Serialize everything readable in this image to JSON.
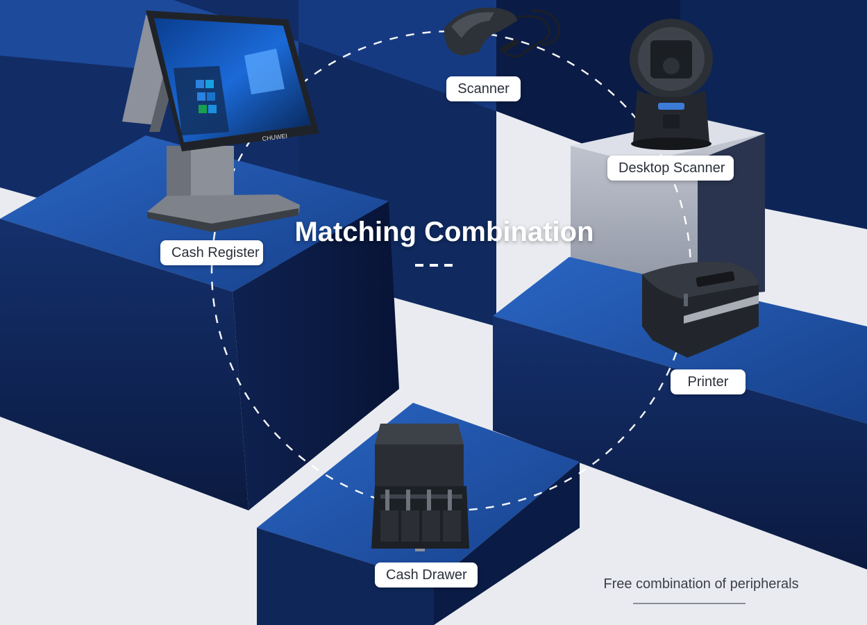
{
  "title": "Matching Combination",
  "labels": {
    "scanner": "Scanner",
    "desktop_scanner": "Desktop Scanner",
    "cash_register": "Cash Register",
    "printer": "Printer",
    "cash_drawer": "Cash Drawer"
  },
  "monitor_brand": "CHUWEI",
  "footer": {
    "note": "Free combination of peripherals"
  },
  "colors": {
    "background": "#e9ebf0",
    "block_top": "#1f55a8",
    "block_front": "#0f2456",
    "block_side": "#0a1a42",
    "accent": "#2d6bd0",
    "label_bg": "#ffffff"
  }
}
